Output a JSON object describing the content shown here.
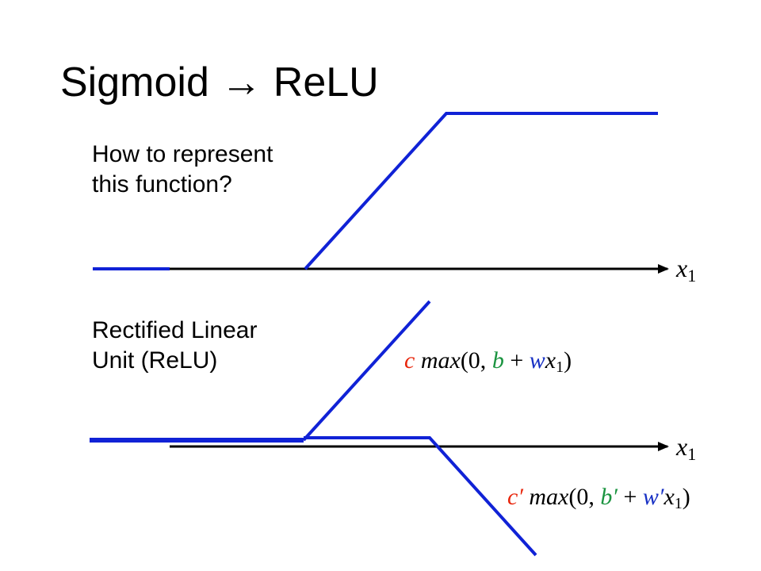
{
  "title": "Sigmoid → ReLU",
  "question": {
    "line1": "How to represent",
    "line2": "this function?"
  },
  "relu_label": {
    "line1": "Rectified Linear",
    "line2": "Unit (ReLU)"
  },
  "axis_top": {
    "var": "x",
    "sub": "1"
  },
  "axis_bottom": {
    "var": "x",
    "sub": "1"
  },
  "formula1": {
    "c": "c",
    "max": "max",
    "open": "(0, ",
    "b": "b",
    "plus": " + ",
    "w": "w",
    "x": "x",
    "sub": "1",
    "close": ")"
  },
  "formula2": {
    "c": "c′",
    "max": "max",
    "open": "(0, ",
    "b": "b′",
    "plus": " + ",
    "w": "w′",
    "x": "x",
    "sub": "1",
    "close": ")"
  },
  "colors": {
    "curve": "#1022d6",
    "axis": "#000000",
    "c": "#e8260c",
    "b": "#1b9440",
    "w": "#1730c4"
  }
}
